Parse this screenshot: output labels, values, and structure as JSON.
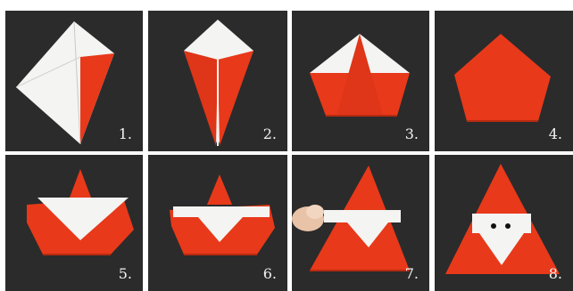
{
  "steps": [
    {
      "label": "1."
    },
    {
      "label": "2."
    },
    {
      "label": "3."
    },
    {
      "label": "4."
    },
    {
      "label": "5."
    },
    {
      "label": "6."
    },
    {
      "label": "7."
    },
    {
      "label": "8."
    }
  ],
  "colors": {
    "background": "#2b2b2b",
    "paper_red": "#e8391a",
    "paper_white": "#f4f4f2",
    "shadow": "#b92a10"
  }
}
